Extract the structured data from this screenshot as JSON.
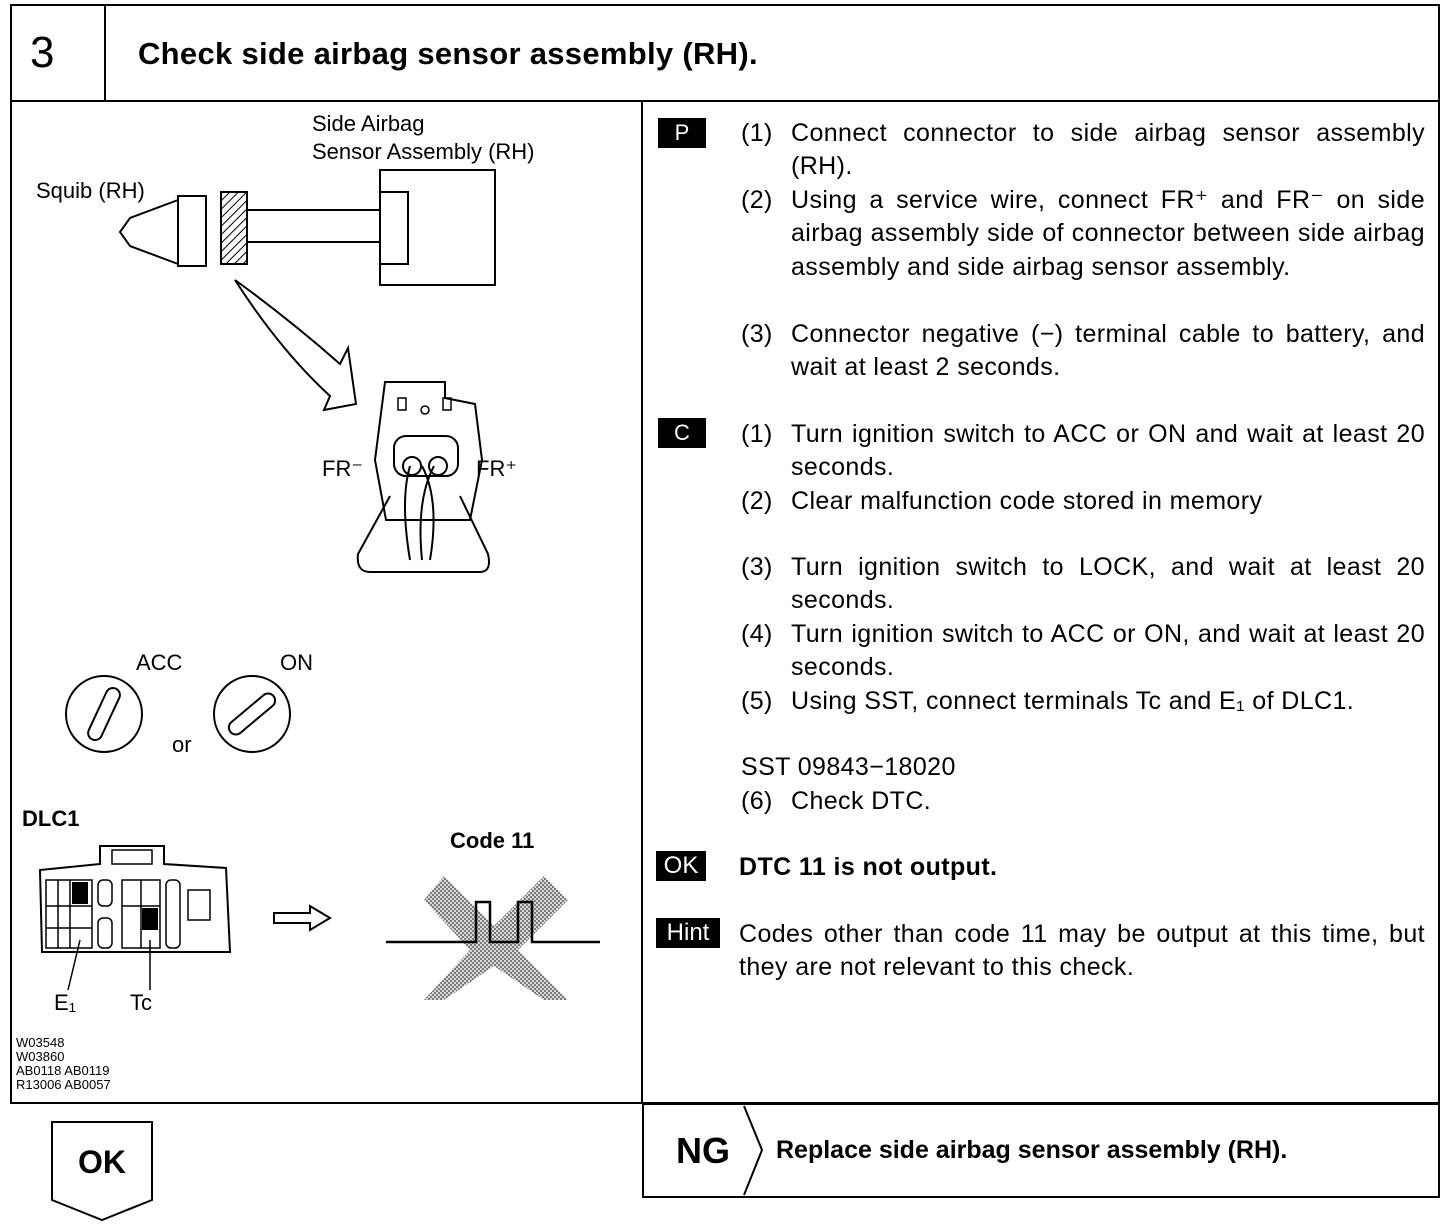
{
  "header": {
    "step_number": "3",
    "title": "Check side airbag sensor assembly (RH)."
  },
  "figure": {
    "sensor_label": "Side Airbag\nSensor Assembly (RH)",
    "squib_label": "Squib (RH)",
    "fr_minus": "FR⁻",
    "fr_plus": "FR⁺",
    "acc_label": "ACC",
    "on_label": "ON",
    "or_label": "or",
    "dlc_label": "DLC1",
    "e1_label": "E₁",
    "tc_label": "Tc",
    "code_label": "Code 11",
    "figure_ids": "W03548\nW03860\nAB0118 AB0119\nR13006 AB0057"
  },
  "procedure": {
    "p_badge": "P",
    "p_steps": [
      {
        "num": "(1)",
        "text": "Connect connector to side airbag sensor assembly (RH)."
      },
      {
        "num": "(2)",
        "text": "Using a service wire, connect FR⁺ and FR⁻ on side airbag assembly side of connector between side airbag assembly and side airbag sensor assembly."
      },
      {
        "num": "(3)",
        "text": "Connector negative (−) terminal cable to battery, and wait at least 2 seconds."
      }
    ],
    "c_badge": "C",
    "c_steps": [
      {
        "num": "(1)",
        "text": "Turn ignition switch to ACC or ON and wait at least 20 seconds."
      },
      {
        "num": "(2)",
        "text": "Clear malfunction code stored in memory"
      },
      {
        "num": "(3)",
        "text": "Turn ignition switch to LOCK, and wait at least 20 seconds."
      },
      {
        "num": "(4)",
        "text": "Turn ignition switch to ACC or ON, and wait at least 20 seconds."
      },
      {
        "num": "(5)",
        "text": "Using SST, connect terminals Tc and E₁ of DLC1."
      }
    ],
    "sst": "SST 09843−18020",
    "c_step6": {
      "num": "(6)",
      "text": "Check DTC."
    },
    "ok_badge": "OK",
    "ok_text": "DTC 11 is not output.",
    "hint_badge": "Hint",
    "hint_text": "Codes other than code 11 may be output at this time, but they are not relevant to this check."
  },
  "footer": {
    "ok_label": "OK",
    "ng_label": "NG",
    "ng_text": "Replace side airbag sensor assembly (RH)."
  }
}
